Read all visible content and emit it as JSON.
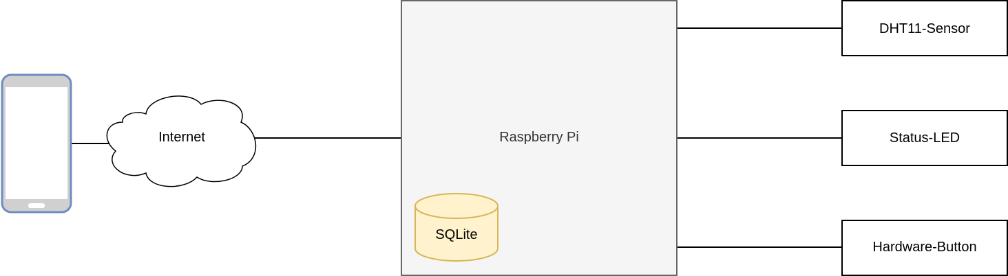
{
  "diagram": {
    "phone": {
      "label": ""
    },
    "cloud": {
      "label": "Internet"
    },
    "raspberry": {
      "label": "Raspberry Pi"
    },
    "database": {
      "label": "SQLite"
    },
    "components": [
      {
        "label": "DHT11-Sensor"
      },
      {
        "label": "Status-LED"
      },
      {
        "label": "Hardware-Button"
      }
    ]
  },
  "colors": {
    "phone_stroke": "#6c8ebf",
    "phone_bezel": "#d0d0d0",
    "pi_fill": "#f5f5f5",
    "pi_stroke": "#666666",
    "pi_text": "#333333",
    "db_fill": "#fff2cc",
    "db_stroke": "#d6b656",
    "line": "#000000"
  }
}
